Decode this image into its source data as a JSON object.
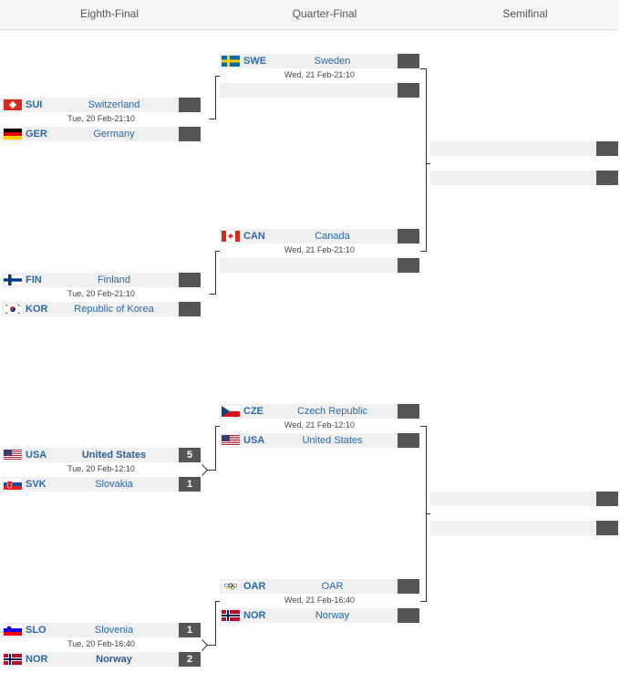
{
  "rounds": [
    "Eighth-Final",
    "Quarter-Final",
    "Semifinal"
  ],
  "eighth": [
    {
      "date": "Tue, 20 Feb-21:10",
      "teams": [
        {
          "code": "SUI",
          "name": "Switzerland",
          "flag": "sui",
          "score": "",
          "win": false
        },
        {
          "code": "GER",
          "name": "Germany",
          "flag": "ger",
          "score": "",
          "win": false
        }
      ]
    },
    {
      "date": "Tue, 20 Feb-21:10",
      "teams": [
        {
          "code": "FIN",
          "name": "Finland",
          "flag": "fin",
          "score": "",
          "win": false
        },
        {
          "code": "KOR",
          "name": "Republic of Korea",
          "flag": "kor",
          "score": "",
          "win": false
        }
      ]
    },
    {
      "date": "Tue, 20 Feb-12:10",
      "teams": [
        {
          "code": "USA",
          "name": "United States",
          "flag": "usa",
          "score": "5",
          "win": true
        },
        {
          "code": "SVK",
          "name": "Slovakia",
          "flag": "svk",
          "score": "1",
          "win": false
        }
      ]
    },
    {
      "date": "Tue, 20 Feb-16:40",
      "teams": [
        {
          "code": "SLO",
          "name": "Slovenia",
          "flag": "slo",
          "score": "1",
          "win": false
        },
        {
          "code": "NOR",
          "name": "Norway",
          "flag": "nor",
          "score": "2",
          "win": true
        }
      ]
    }
  ],
  "quarter": [
    {
      "date": "Wed, 21 Feb-21:10",
      "teams": [
        {
          "code": "SWE",
          "name": "Sweden",
          "flag": "swe",
          "score": "",
          "win": false
        },
        {
          "code": "",
          "name": "",
          "flag": "",
          "score": "",
          "win": false
        }
      ]
    },
    {
      "date": "Wed, 21 Feb-21:10",
      "teams": [
        {
          "code": "CAN",
          "name": "Canada",
          "flag": "can",
          "score": "",
          "win": false
        },
        {
          "code": "",
          "name": "",
          "flag": "",
          "score": "",
          "win": false
        }
      ]
    },
    {
      "date": "Wed, 21 Feb-12:10",
      "teams": [
        {
          "code": "CZE",
          "name": "Czech Republic",
          "flag": "cze",
          "score": "",
          "win": false
        },
        {
          "code": "USA",
          "name": "United States",
          "flag": "usa",
          "score": "",
          "win": false
        }
      ]
    },
    {
      "date": "Wed, 21 Feb-16:40",
      "teams": [
        {
          "code": "OAR",
          "name": "OAR",
          "flag": "oar",
          "score": "",
          "win": false
        },
        {
          "code": "NOR",
          "name": "Norway",
          "flag": "nor",
          "score": "",
          "win": false
        }
      ]
    }
  ],
  "semi": [
    {
      "date": "",
      "teams": [
        {
          "code": "",
          "name": "",
          "flag": "",
          "score": "",
          "win": false
        },
        {
          "code": "",
          "name": "",
          "flag": "",
          "score": "",
          "win": false
        }
      ]
    },
    {
      "date": "",
      "teams": [
        {
          "code": "",
          "name": "",
          "flag": "",
          "score": "",
          "win": false
        },
        {
          "code": "",
          "name": "",
          "flag": "",
          "score": "",
          "win": false
        }
      ]
    }
  ],
  "colors": {
    "accent": "#2f6aa8",
    "score_bg": "#555555",
    "row_bg": "#efefef",
    "line": "#333333"
  }
}
